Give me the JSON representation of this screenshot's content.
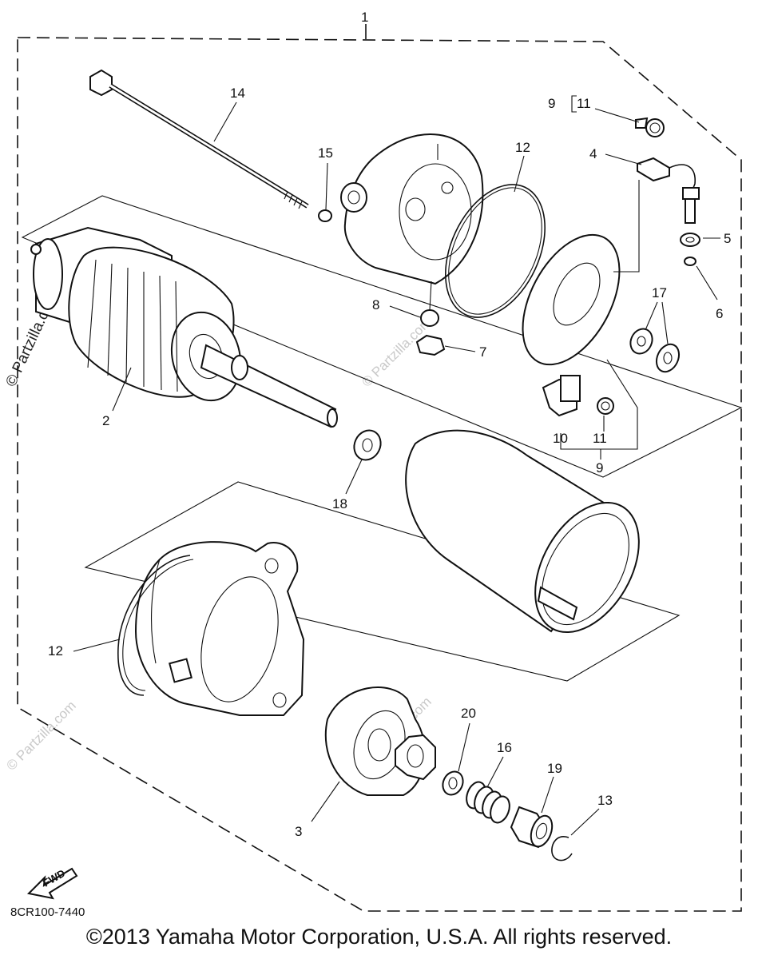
{
  "diagram": {
    "callouts": {
      "c1": "1",
      "c2": "2",
      "c3": "3",
      "c4": "4",
      "c5": "5",
      "c6": "6",
      "c7": "7",
      "c8": "8",
      "c9a": "9",
      "c9b": "9",
      "c10": "10",
      "c11a": "11",
      "c11b": "11",
      "c12a": "12",
      "c12b": "12",
      "c13": "13",
      "c14": "14",
      "c15": "15",
      "c16": "16",
      "c17": "17",
      "c18": "18",
      "c19": "19",
      "c20": "20"
    },
    "fwd_label": "FWD",
    "diagram_code": "8CR100-7440",
    "watermark": "© Partzilla.com"
  },
  "footer": {
    "copyright": "©2013 Yamaha Motor Corporation, U.S.A. All rights reserved."
  }
}
